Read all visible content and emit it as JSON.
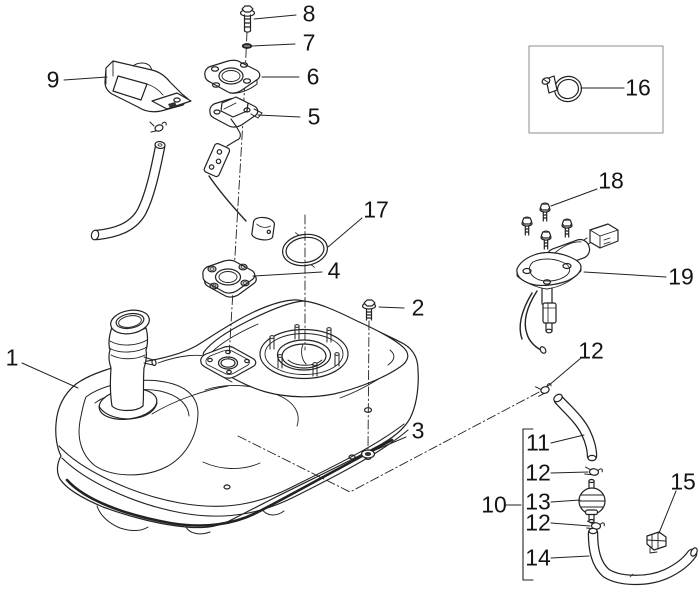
{
  "diagram": {
    "type": "exploded-parts-diagram",
    "subject": "fuel-tank-assembly",
    "background": "#ffffff",
    "line_color": "#222222",
    "label_color": "#141414",
    "box_border_color": "#8f8f8f"
  },
  "callouts": [
    {
      "part": "8",
      "label": "8"
    },
    {
      "part": "7",
      "label": "7"
    },
    {
      "part": "6",
      "label": "6"
    },
    {
      "part": "5",
      "label": "5"
    },
    {
      "part": "9",
      "label": "9"
    },
    {
      "part": "17",
      "label": "17"
    },
    {
      "part": "4",
      "label": "4"
    },
    {
      "part": "2",
      "label": "2"
    },
    {
      "part": "1",
      "label": "1"
    },
    {
      "part": "3",
      "label": "3"
    },
    {
      "part": "16",
      "label": "16"
    },
    {
      "part": "18",
      "label": "18"
    },
    {
      "part": "19",
      "label": "19"
    },
    {
      "part": "12",
      "label": "12"
    },
    {
      "part": "11",
      "label": "11"
    },
    {
      "part": "12",
      "label": "12"
    },
    {
      "part": "10",
      "label": "10"
    },
    {
      "part": "13",
      "label": "13"
    },
    {
      "part": "12",
      "label": "12"
    },
    {
      "part": "14",
      "label": "14"
    },
    {
      "part": "15",
      "label": "15"
    }
  ]
}
